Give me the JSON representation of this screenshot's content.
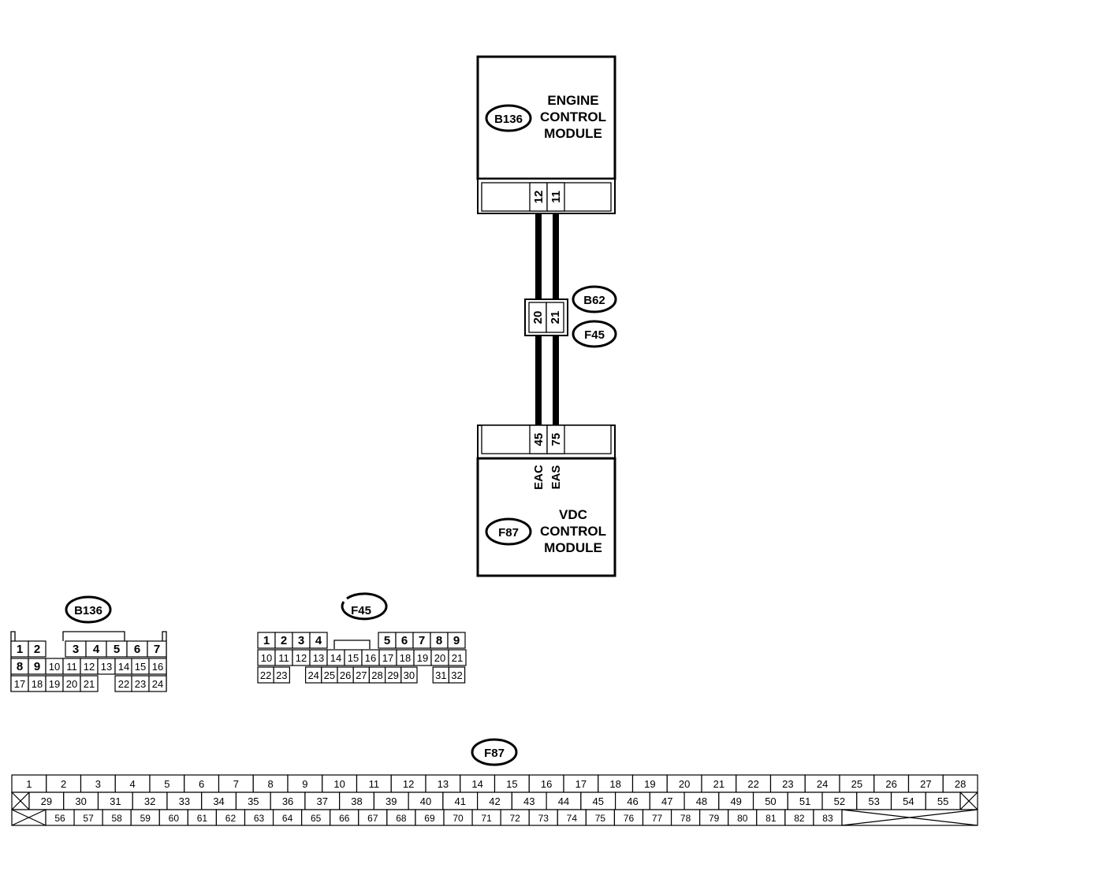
{
  "diagram": {
    "ecm": {
      "connector_id": "B136",
      "name_lines": [
        "ENGINE",
        "CONTROL",
        "MODULE"
      ],
      "pins": [
        "12",
        "11"
      ]
    },
    "joint": {
      "connector_ids": [
        "B62",
        "F45"
      ],
      "pins": [
        "20",
        "21"
      ]
    },
    "vdc": {
      "connector_id": "F87",
      "name_lines": [
        "VDC",
        "CONTROL",
        "MODULE"
      ],
      "pins": [
        "45",
        "75"
      ],
      "signals": [
        "EAC",
        "EAS"
      ]
    }
  },
  "connectors": {
    "b136": {
      "id": "B136",
      "row1": [
        "1",
        "2",
        "",
        "3",
        "4",
        "5",
        "6",
        "7"
      ],
      "row2": [
        "8",
        "9",
        "10",
        "11",
        "12",
        "13",
        "14",
        "15",
        "16"
      ],
      "row3": [
        "17",
        "18",
        "19",
        "20",
        "21",
        "",
        "22",
        "23",
        "24"
      ]
    },
    "f45": {
      "id": "F45",
      "row1_left": [
        "1",
        "2",
        "3",
        "4"
      ],
      "row1_right": [
        "5",
        "6",
        "7",
        "8",
        "9"
      ],
      "row2": [
        "10",
        "11",
        "12",
        "13",
        "14",
        "15",
        "16",
        "17",
        "18",
        "19",
        "20",
        "21"
      ],
      "row3": [
        "22",
        "23",
        "",
        "24",
        "25",
        "26",
        "27",
        "28",
        "29",
        "30",
        "",
        "31",
        "32"
      ]
    },
    "f87": {
      "id": "F87",
      "row1": [
        "1",
        "2",
        "3",
        "4",
        "5",
        "6",
        "7",
        "8",
        "9",
        "10",
        "11",
        "12",
        "13",
        "14",
        "15",
        "16",
        "17",
        "18",
        "19",
        "20",
        "21",
        "22",
        "23",
        "24",
        "25",
        "26",
        "27",
        "28"
      ],
      "row2": [
        "29",
        "30",
        "31",
        "32",
        "33",
        "34",
        "35",
        "36",
        "37",
        "38",
        "39",
        "40",
        "41",
        "42",
        "43",
        "44",
        "45",
        "46",
        "47",
        "48",
        "49",
        "50",
        "51",
        "52",
        "53",
        "54",
        "55"
      ],
      "row3_small": [
        "56",
        "57",
        "58",
        "59",
        "60",
        "61",
        "62",
        "63",
        "64",
        "65",
        "66",
        "67",
        "68",
        "69",
        "70",
        "71",
        "72",
        "73",
        "74",
        "75",
        "76",
        "77",
        "78",
        "79",
        "80",
        "81",
        "82",
        "83"
      ]
    }
  }
}
